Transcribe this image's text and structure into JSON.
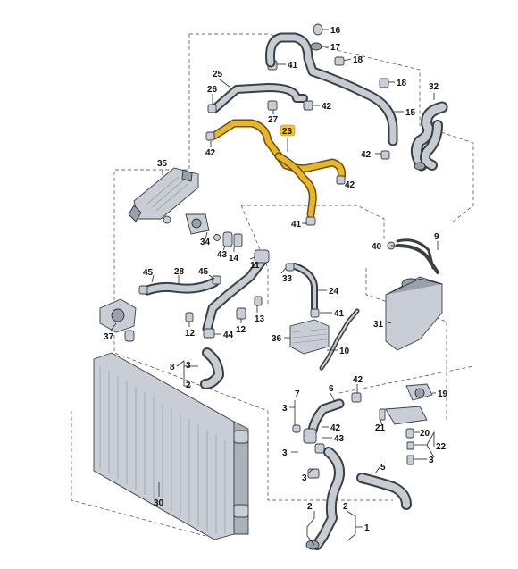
{
  "highlight_color": "#f3c431",
  "labels": {
    "c1": "1",
    "c2": "2",
    "c2b": "2",
    "c2c": "2",
    "c3a": "3",
    "c3b": "3",
    "c3c": "3",
    "c3d": "3",
    "c3e": "3",
    "c5": "5",
    "c6": "6",
    "c7": "7",
    "c8": "8",
    "c9": "9",
    "c10": "10",
    "c12": "12",
    "c13": "13",
    "c14": "14",
    "c15": "15",
    "c16": "16",
    "c17": "17",
    "c18a": "18",
    "c18b": "18",
    "c19": "19",
    "c20": "20",
    "c21": "21",
    "c22": "22",
    "c23": "23",
    "c24": "24",
    "c25": "25",
    "c26": "26",
    "c27": "27",
    "c28": "28",
    "c30": "30",
    "c31": "31",
    "c32": "32",
    "c33": "33",
    "c34": "34",
    "c35": "35",
    "c36": "36",
    "c37": "37",
    "c40": "40",
    "c41a": "41",
    "c41b": "41",
    "c41c": "41",
    "c42a": "42",
    "c42b": "42",
    "c42c": "42",
    "c42d": "42",
    "c42e": "42",
    "c42f": "42",
    "c43a": "43",
    "c43b": "43",
    "c44": "44",
    "c45a": "45",
    "c45b": "45"
  }
}
